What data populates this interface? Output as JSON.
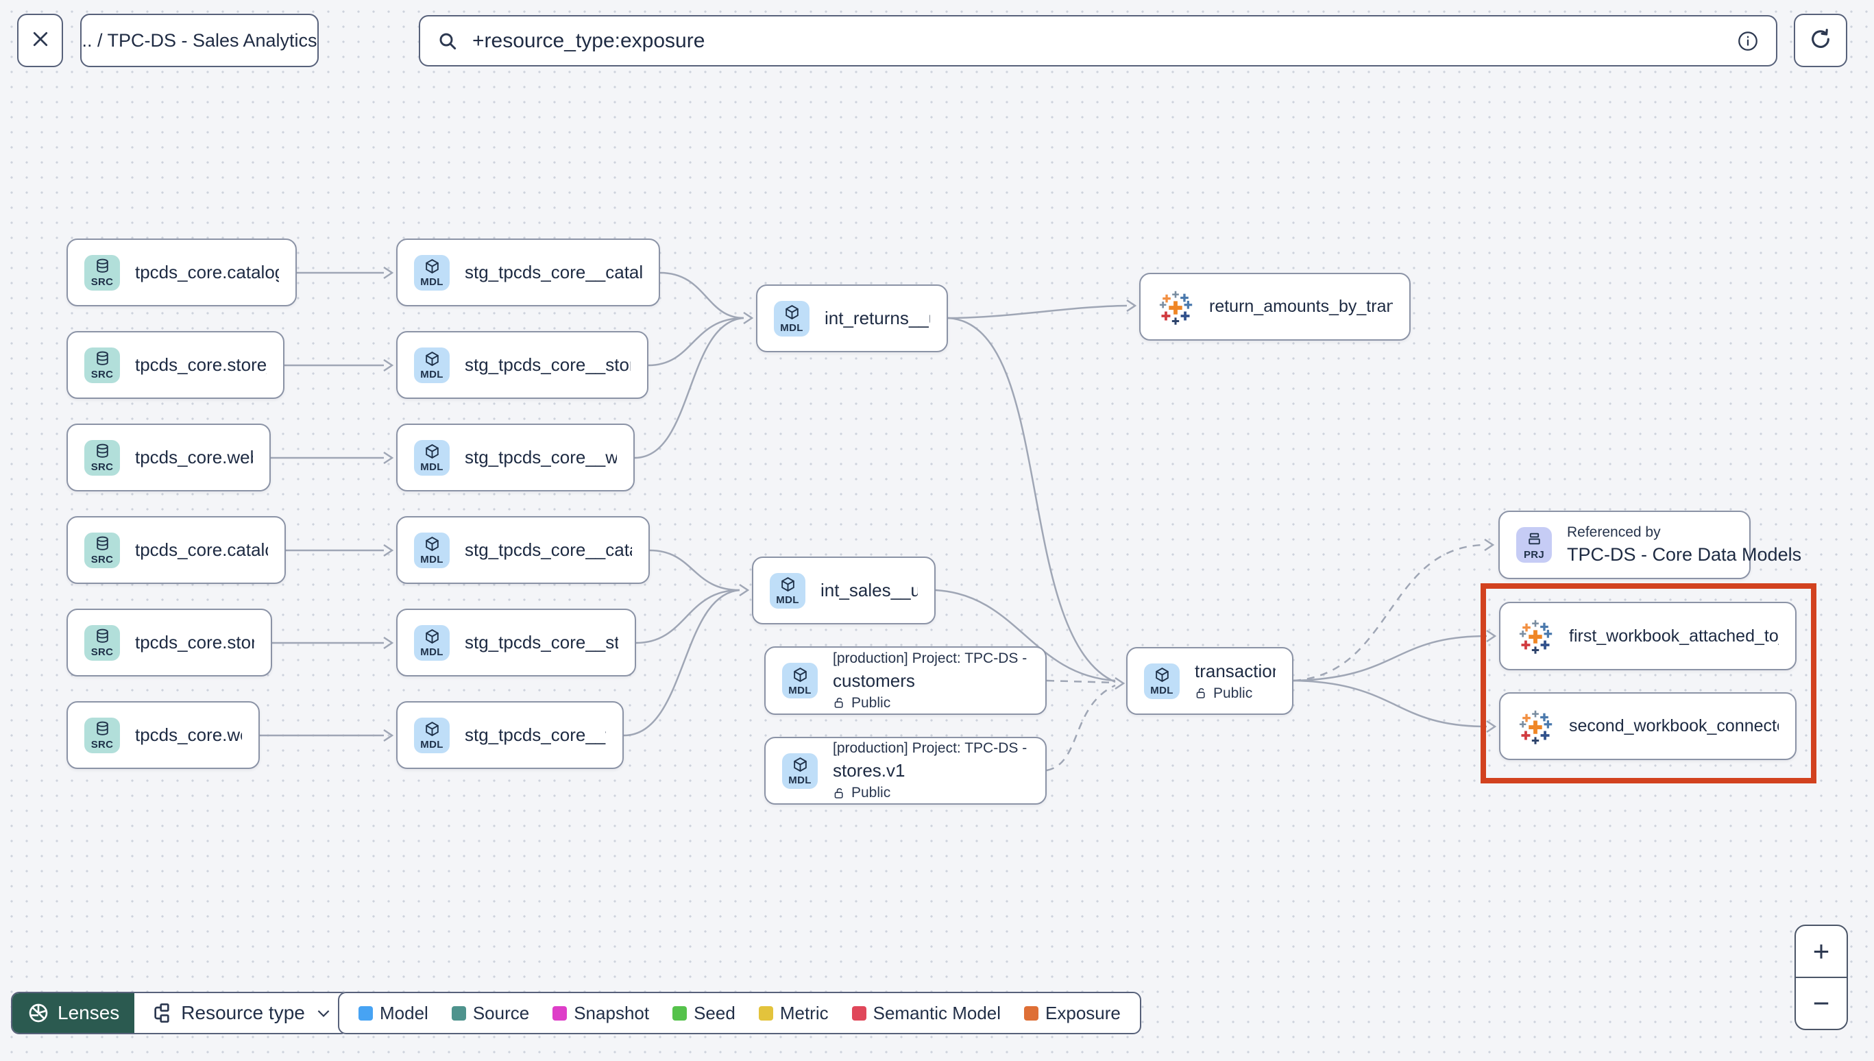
{
  "toolbar": {
    "breadcrumb": ".. / TPC-DS - Sales Analytics",
    "search": {
      "value": "+resource_type:exposure"
    }
  },
  "graph": {
    "nodes": [
      {
        "id": "src-catalog-returns",
        "kind": "simple",
        "icon": "source",
        "badge": "SRC",
        "label": "tpcds_core.catalog_returns"
      },
      {
        "id": "src-store-returns",
        "kind": "simple",
        "icon": "source",
        "badge": "SRC",
        "label": "tpcds_core.store_returns"
      },
      {
        "id": "src-web-returns",
        "kind": "simple",
        "icon": "source",
        "badge": "SRC",
        "label": "tpcds_core.web_returns"
      },
      {
        "id": "src-catalog-sales",
        "kind": "simple",
        "icon": "source",
        "badge": "SRC",
        "label": "tpcds_core.catalog_sales"
      },
      {
        "id": "src-store-sales",
        "kind": "simple",
        "icon": "source",
        "badge": "SRC",
        "label": "tpcds_core.store_sales"
      },
      {
        "id": "src-web-sales",
        "kind": "simple",
        "icon": "source",
        "badge": "SRC",
        "label": "tpcds_core.web_sales"
      },
      {
        "id": "stg-catalog-returns",
        "kind": "simple",
        "icon": "model",
        "badge": "MDL",
        "label": "stg_tpcds_core__catalog_returns"
      },
      {
        "id": "stg-store-returns",
        "kind": "simple",
        "icon": "model",
        "badge": "MDL",
        "label": "stg_tpcds_core__store_returns"
      },
      {
        "id": "stg-web-returns",
        "kind": "simple",
        "icon": "model",
        "badge": "MDL",
        "label": "stg_tpcds_core__web_returns"
      },
      {
        "id": "stg-catalog-sales",
        "kind": "simple",
        "icon": "model",
        "badge": "MDL",
        "label": "stg_tpcds_core__catalog_sales"
      },
      {
        "id": "stg-store-sales",
        "kind": "simple",
        "icon": "model",
        "badge": "MDL",
        "label": "stg_tpcds_core__store_sales"
      },
      {
        "id": "stg-web-sales",
        "kind": "simple",
        "icon": "model",
        "badge": "MDL",
        "label": "stg_tpcds_core__web_sales"
      },
      {
        "id": "int-returns",
        "kind": "simple",
        "icon": "model",
        "badge": "MDL",
        "label": "int_returns__unioned"
      },
      {
        "id": "exp-return-amounts",
        "kind": "exposure",
        "icon": "tableau",
        "label": "return_amounts_by_transaction_type"
      },
      {
        "id": "int-sales",
        "kind": "simple",
        "icon": "model",
        "badge": "MDL",
        "label": "int_sales__unioned"
      },
      {
        "id": "mdl-customers",
        "kind": "detailed",
        "icon": "model",
        "badge": "MDL",
        "header": "[production] Project: TPC-DS - Core Data Mo…",
        "label": "customers",
        "access": "Public"
      },
      {
        "id": "mdl-stores",
        "kind": "detailed",
        "icon": "model",
        "badge": "MDL",
        "header": "[production] Project: TPC-DS - Core Data Mo…",
        "label": "stores.v1",
        "access": "Public"
      },
      {
        "id": "mdl-transactions",
        "kind": "detailed",
        "icon": "model",
        "badge": "MDL",
        "label": "transactions",
        "access": "Public"
      },
      {
        "id": "prj-referenced-by",
        "kind": "project",
        "icon": "project",
        "badge": "PRJ",
        "header": "Referenced by",
        "label": "TPC-DS - Core Data Models"
      },
      {
        "id": "exp-workbook-1",
        "kind": "exposure",
        "icon": "tableau",
        "label": "first_workbook_attached_to_tpc-ds_-_…"
      },
      {
        "id": "exp-workbook-2",
        "kind": "exposure",
        "icon": "tableau",
        "label": "second_workbook_connected_to_live…"
      }
    ]
  },
  "footer": {
    "lenses_label": "Lenses",
    "resource_type_label": "Resource type",
    "legend": [
      {
        "label": "Model",
        "color": "#47a3f3"
      },
      {
        "label": "Source",
        "color": "#4e938d"
      },
      {
        "label": "Snapshot",
        "color": "#de3ec8"
      },
      {
        "label": "Seed",
        "color": "#55c24b"
      },
      {
        "label": "Metric",
        "color": "#e3c33c"
      },
      {
        "label": "Semantic Model",
        "color": "#e0475a"
      },
      {
        "label": "Exposure",
        "color": "#de6f36"
      }
    ]
  },
  "zoom_controls": {
    "zoom_in": "+",
    "zoom_out": "−"
  },
  "colors": {
    "highlight_red": "#d2421f",
    "lenses_green": "#2b5a50",
    "source_badge_bg": "#b2dfda",
    "model_badge_bg": "#bfdef8",
    "project_badge_bg": "#c6ccf5",
    "edge_gray": "#9fa6b5"
  }
}
